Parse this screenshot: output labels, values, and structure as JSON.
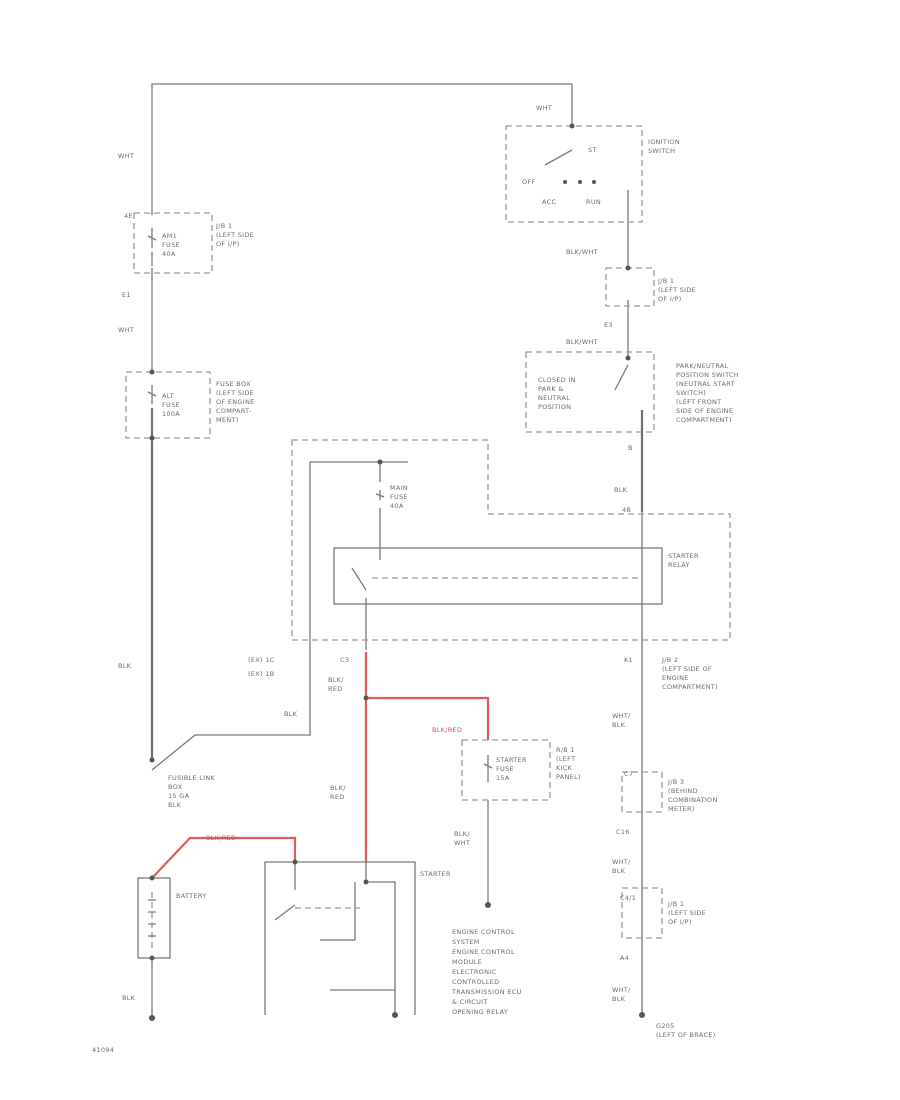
{
  "labels": {
    "top_wht": "WHT",
    "top_wht2": "WHT",
    "am1_j_left": "4E",
    "am1_fuse": [
      "AM1",
      "FUSE",
      "40A"
    ],
    "jb1_left": [
      "J/B 1",
      "(LEFT SIDE",
      "OF I/P)"
    ],
    "e1_left": "E1",
    "wht_mid": "WHT",
    "alt_fuse": [
      "ALT",
      "FUSE",
      "100A"
    ],
    "fuse_box": [
      "FUSE BOX",
      "(LEFT SIDE",
      "OF ENGINE",
      "COMPART-",
      "MENT)"
    ],
    "ign_wht": "WHT",
    "ign_switch": [
      "IGNITION",
      "SWITCH"
    ],
    "ign_st": "ST",
    "ign_off": "OFF",
    "ign_acc": "ACC",
    "ign_run": "RUN",
    "blk_wht_1": "BLK/WHT",
    "jb1_right": [
      "J/B 1",
      "(LEFT SIDE",
      "OF I/P)"
    ],
    "e3": "E3",
    "blk_wht_2": "BLK/WHT",
    "closed_in": [
      "CLOSED IN",
      "PARK &",
      "NEUTRAL",
      "POSITION"
    ],
    "pn_switch": [
      "PARK/NEUTRAL",
      "POSITION SWITCH",
      "(NEUTRAL START",
      "SWITCH)",
      "(LEFT FRONT",
      "SIDE OF ENGINE",
      "COMPARTMENT)"
    ],
    "pin_b": "B",
    "blk_right": "BLK",
    "pin_4b": "4B",
    "main_fuse": [
      "MAIN",
      "FUSE",
      "40A"
    ],
    "starter_relay": [
      "STARTER",
      "RELAY"
    ],
    "blk_left": "BLK",
    "ex_1": "(EX) 1C",
    "ex_2": "(EX) 1B",
    "c3": "C3",
    "blk_red_1": [
      "BLK/",
      "RED"
    ],
    "pin_k1": "K1",
    "jb2": [
      "J/B 2",
      "(LEFT SIDE OF",
      "ENGINE",
      "COMPARTMENT)"
    ],
    "blk_mid": "BLK",
    "wht_blk_1": [
      "WHT/",
      "BLK"
    ],
    "blk_red_2": "BLK/RED",
    "starter_fuse": [
      "STARTER",
      "FUSE",
      "15A"
    ],
    "rb1": [
      "R/B 1",
      "(LEFT",
      "KICK",
      "PANEL)"
    ],
    "c7": "C7",
    "jb3": [
      "J/B 3",
      "(BEHIND",
      "COMBINATION",
      "METER)"
    ],
    "fusible_link": [
      "FUSIBLE LINK",
      "BOX",
      "15 GA",
      "BLK"
    ],
    "blk_red_3": [
      "BLK/",
      "RED"
    ],
    "c16": "C16",
    "blk_wht_3": [
      "BLK/",
      "WHT"
    ],
    "wht_blk_2": [
      "WHT/",
      "BLK"
    ],
    "blk_red_bat": "BLK/RED",
    "battery": "BATTERY",
    "starter": "STARTER",
    "ecs": [
      "ENGINE CONTROL",
      "SYSTEM",
      "ENGINE CONTROL",
      "MODULE",
      "ELECTRONIC",
      "CONTROLLED",
      "TRANSMISSION ECU",
      "& CIRCUIT",
      "OPENING RELAY"
    ],
    "c4": "C4/1",
    "jb1_bottom": [
      "J/B 1",
      "(LEFT SIDE",
      "OF I/P)"
    ],
    "pin_a4": "A4",
    "wht_blk_3": [
      "WHT/",
      "BLK"
    ],
    "blk_bottom": "BLK",
    "g205": [
      "G205",
      "(LEFT OF BRACE)"
    ],
    "diagram_id": "41094"
  }
}
